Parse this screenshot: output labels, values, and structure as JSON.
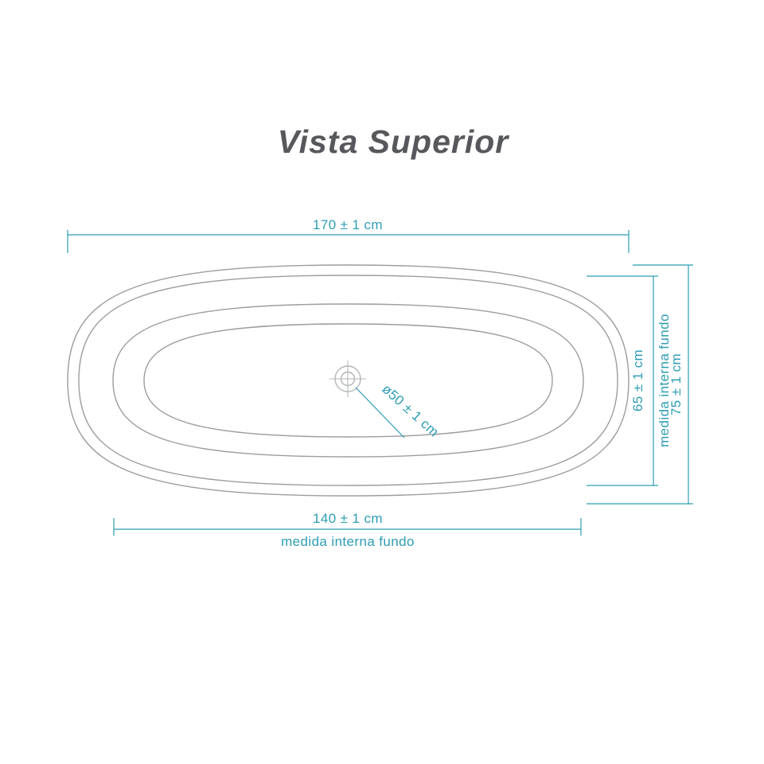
{
  "title": "Vista Superior",
  "colors": {
    "dimension": "#2d9db4",
    "outline": "#9b9da0",
    "drain": "#b2b4b6",
    "title_color": "#57585b",
    "background": "#ffffff"
  },
  "dimensions": {
    "overall_width": {
      "label": "170 ± 1 cm"
    },
    "overall_height": {
      "label": "75 ± 1 cm"
    },
    "internal_height": {
      "label": "65 ± 1 cm",
      "sublabel": "medida interna fundo"
    },
    "internal_bottom_width": {
      "label": "140 ± 1 cm",
      "sublabel": "medida interna fundo"
    },
    "drain_diameter": {
      "label": "ø50 ± 1 cm"
    }
  }
}
